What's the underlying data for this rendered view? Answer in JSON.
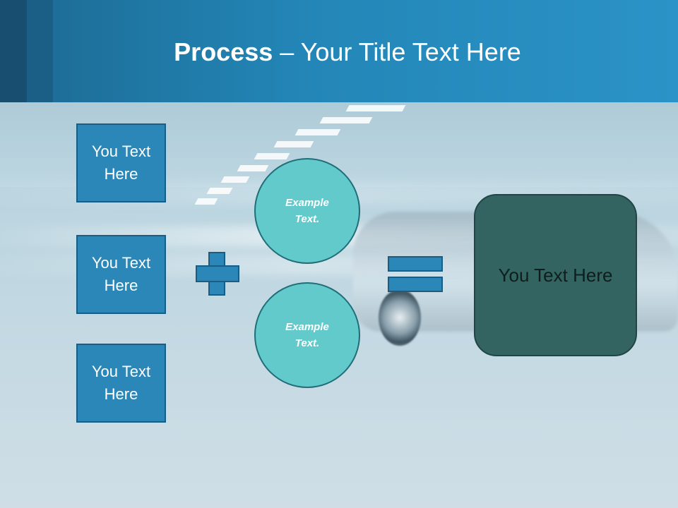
{
  "title": {
    "bold": "Process",
    "rest": " – Your Title Text Here"
  },
  "left_boxes": [
    "You Text Here",
    "You Text Here",
    "You Text Here"
  ],
  "circles": [
    "Example Text.",
    "Example Text."
  ],
  "result_text": "You Text Here",
  "colors": {
    "header": "#2386b7",
    "box_fill": "#2a87b8",
    "circle_fill": "#63cacc",
    "result_fill": "#336461"
  }
}
